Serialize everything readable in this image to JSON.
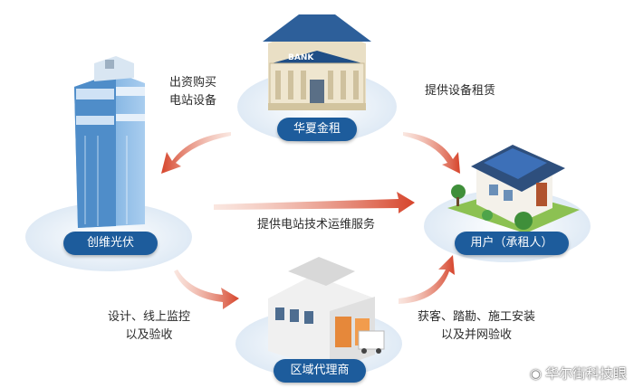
{
  "nodes": {
    "bank": {
      "label": "华夏金租",
      "sign": "BANK"
    },
    "tower": {
      "label": "创维光伏"
    },
    "user": {
      "label": "用户（承租人）"
    },
    "agent": {
      "label": "区域代理商"
    }
  },
  "flows": {
    "tower_to_bank": [
      "出资购买",
      "电站设备"
    ],
    "bank_to_user": "提供设备租赁",
    "tower_to_user": "提供电站技术运维服务",
    "tower_to_agent": [
      "设计、线上监控",
      "以及验收"
    ],
    "agent_to_user": [
      "获客、踏勘、施工安装",
      "以及并网验收"
    ]
  },
  "watermark": {
    "text": "华尔街科技眼"
  },
  "colors": {
    "pill": "#1d5c9c",
    "arrow": "#d9533a",
    "ellipse": "#eaf2fa"
  }
}
